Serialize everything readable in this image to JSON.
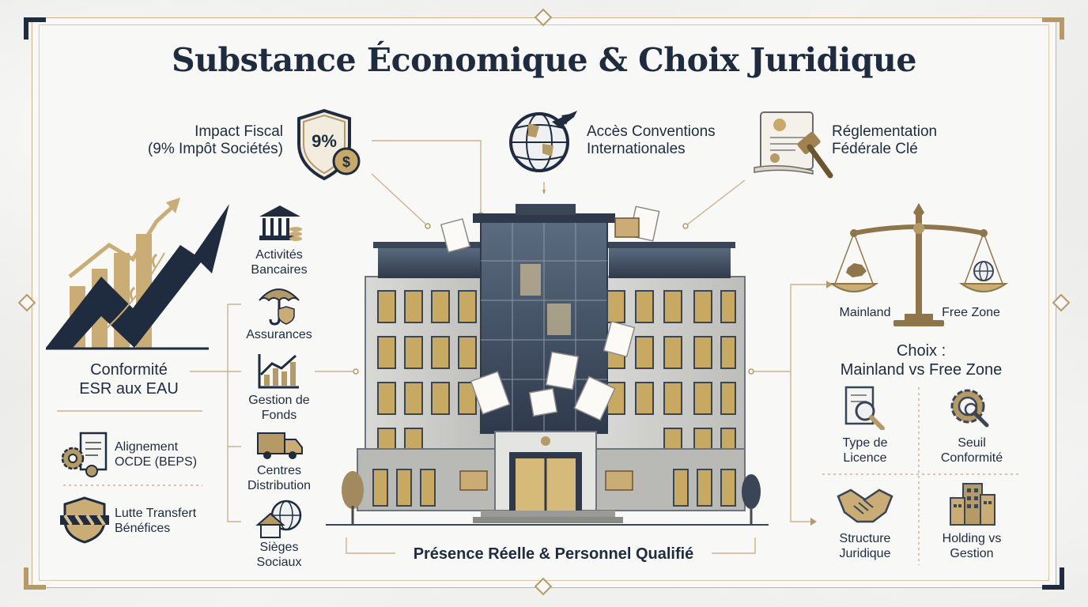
{
  "title": "Substance Économique & Choix Juridique",
  "top": {
    "impact_fiscal": "Impact Fiscal\n(9% Impôt Sociétés)",
    "shield_text": "9%",
    "acces": "Accès Conventions\nInternationales",
    "reglementation": "Réglementation\nFédérale Clé"
  },
  "left": {
    "conformite": "Conformité\nESR aux EAU",
    "alignement": "Alignement\nOCDE (BEPS)",
    "lutte": "Lutte Transfert\nBénéfices"
  },
  "activities": [
    {
      "label": "Activités\nBancaires",
      "icon": "bank-icon"
    },
    {
      "label": "Assurances",
      "icon": "umbrella-icon"
    },
    {
      "label": "Gestion de\nFonds",
      "icon": "chart-icon"
    },
    {
      "label": "Centres\nDistribution",
      "icon": "truck-icon"
    },
    {
      "label": "Sièges\nSociaux",
      "icon": "house-globe-icon"
    }
  ],
  "center": {
    "presence": "Présence Réelle & Personnel Qualifié"
  },
  "right": {
    "mainland": "Mainland",
    "free_zone": "Free Zone",
    "choix": "Choix :\nMainland vs Free Zone",
    "grid": [
      {
        "label": "Type de\nLicence",
        "icon": "license-search-icon"
      },
      {
        "label": "Seuil\nConformité",
        "icon": "gear-search-icon"
      },
      {
        "label": "Structure\nJuridique",
        "icon": "handshake-icon"
      },
      {
        "label": "Holding vs\nGestion",
        "icon": "buildings-icon"
      }
    ]
  },
  "colors": {
    "navy": "#1f2b3e",
    "gold": "#b59a66",
    "frame": "#cbb48a"
  }
}
